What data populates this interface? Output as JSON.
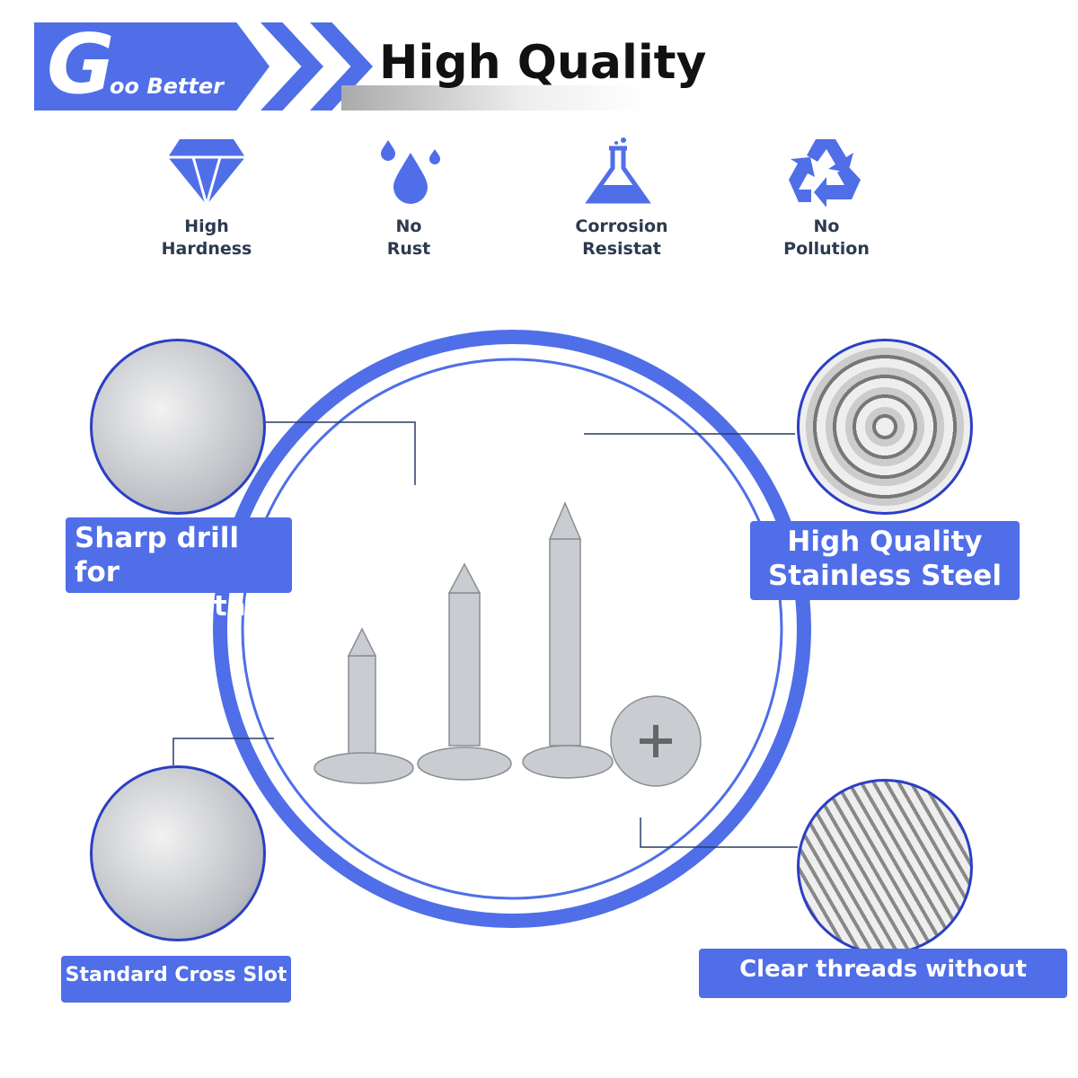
{
  "brand": {
    "logo_text": "GooBetter",
    "logo_letter": "G",
    "logo_rest": "oo Better"
  },
  "header": {
    "title": "High Quality"
  },
  "features": [
    {
      "icon": "diamond-icon",
      "line1": "High",
      "line2": "Hardness"
    },
    {
      "icon": "water-drop-icon",
      "line1": "No",
      "line2": "Rust"
    },
    {
      "icon": "flask-icon",
      "line1": "Corrosion",
      "line2": "Resistat"
    },
    {
      "icon": "recycle-icon",
      "line1": "No",
      "line2": "Pollution"
    }
  ],
  "callouts": {
    "drill": {
      "line1": "Sharp drill for",
      "line2": "a quick start"
    },
    "steel": {
      "line1": "High Quality",
      "line2": "Stainless Steel"
    },
    "slot": "Standard Cross Slot",
    "threads": "Clear threads without burrs"
  },
  "colors": {
    "accent": "#4f6ee8",
    "ring": "#4f6ee8"
  }
}
